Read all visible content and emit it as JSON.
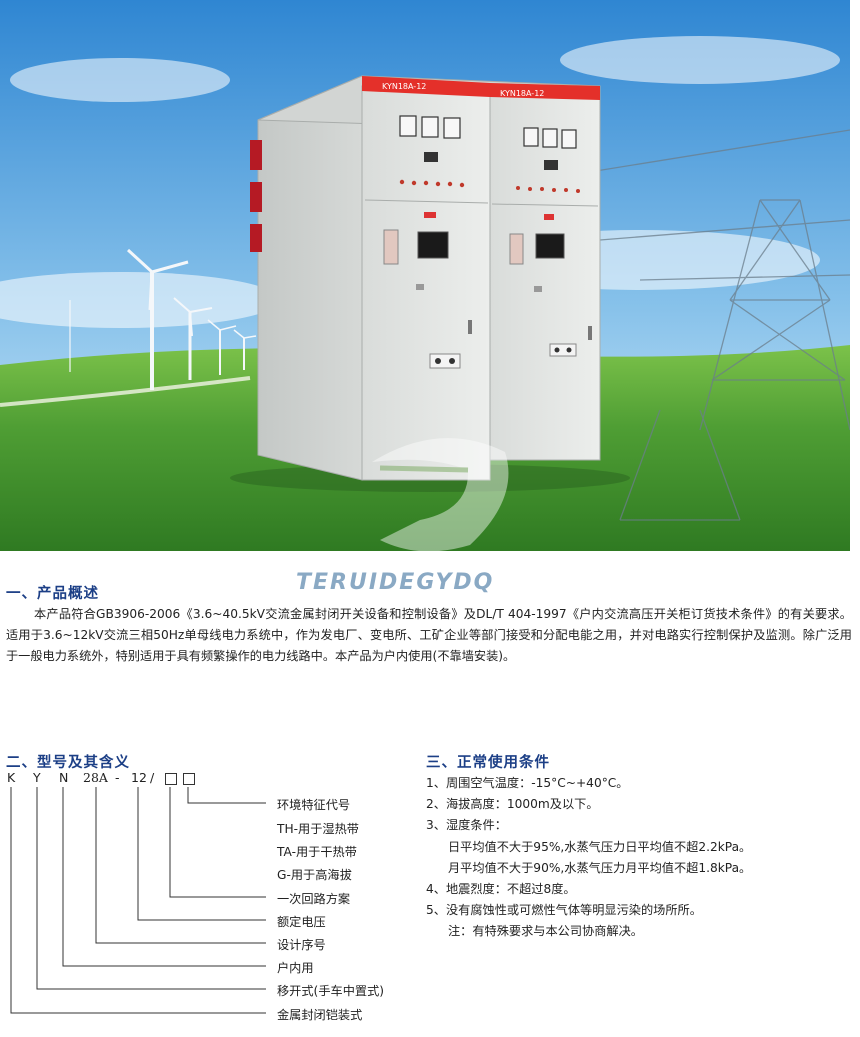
{
  "hero": {
    "cabinet_label_left": "KYN18A-12",
    "cabinet_label_right": "KYN18A-12",
    "colors": {
      "sky_top": "#3f8fd6",
      "sky_bottom": "#cde6f7",
      "grass": "#5aa63a",
      "cabinet": "#e4e6e4",
      "roof": "#e4302a"
    }
  },
  "watermark": "TERUIDEGYDQ",
  "section1": {
    "title": "一、产品概述",
    "body": "本产品符合GB3906-2006《3.6~40.5kV交流金属封闭开关设备和控制设备》及DL/T 404-1997《户内交流高压开关柜订货技术条件》的有关要求。适用于3.6~12kV交流三相50Hz单母线电力系统中，作为发电厂、变电所、工矿企业等部门接受和分配电能之用，并对电路实行控制保护及监测。除广泛用于一般电力系统外，特别适用于具有频繁操作的电力线路中。本产品为户内使用(不靠墙安装)。"
  },
  "section2": {
    "title": "二、型号及其含义",
    "code": {
      "k": "K",
      "y": "Y",
      "n": "N",
      "series": "28A",
      "dash": "-",
      "voltage": "12",
      "slash": "/"
    },
    "labels": [
      "环境特征代号",
      "TH-用于湿热带",
      "TA-用于干热带",
      "G-用于高海拔",
      "一次回路方案",
      "额定电压",
      "设计序号",
      "户内用",
      "移开式(手车中置式)",
      "金属封闭铠装式"
    ]
  },
  "section3": {
    "title": "三、正常使用条件",
    "items": [
      "1、周围空气温度：-15°C~+40°C。",
      "2、海拔高度：1000m及以下。",
      "3、湿度条件：",
      "日平均值不大于95%,水蒸气压力日平均值不超2.2kPa。",
      "月平均值不大于90%,水蒸气压力月平均值不超1.8kPa。",
      "4、地震烈度：不超过8度。",
      "5、没有腐蚀性或可燃性气体等明显污染的场所所。",
      "注：有特殊要求与本公司协商解决。"
    ]
  }
}
